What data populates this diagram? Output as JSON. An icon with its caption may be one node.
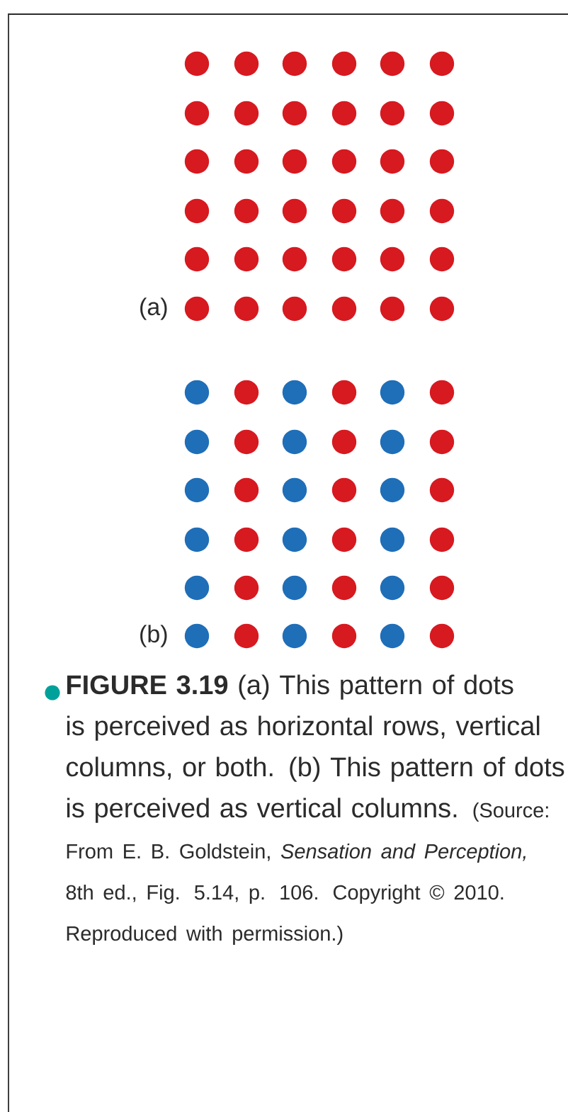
{
  "diagram": {
    "caption": "**FIGURE 3.19**  (a) This pattern of dots is perceived as horizontal rows, vertical columns, or both. (b) This pattern of dots is perceived as vertical columns.",
    "labels": [
      "(a)",
      "(b)",
      "(Source: From E. B. Goldstein, *Sensation and Perception,* 8th ed., Fig. 5.14, p. 106. Copyright © 2010. Reproduced with permission.)"
    ]
  }
}
